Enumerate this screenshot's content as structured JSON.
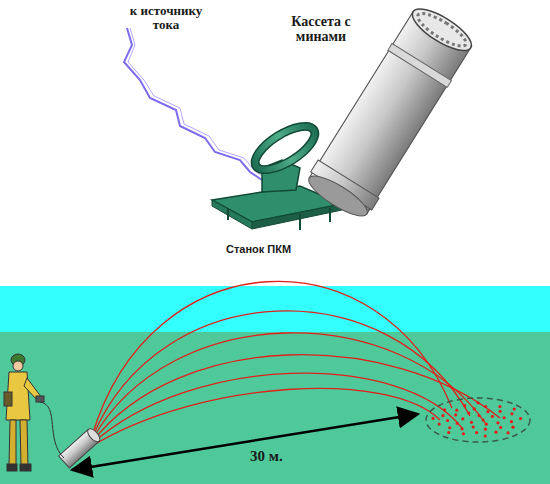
{
  "diagram": {
    "labels": [
      "к источнику тока",
      "Кассета с минами",
      "Станок ПКМ",
      "30 м."
    ]
  }
}
